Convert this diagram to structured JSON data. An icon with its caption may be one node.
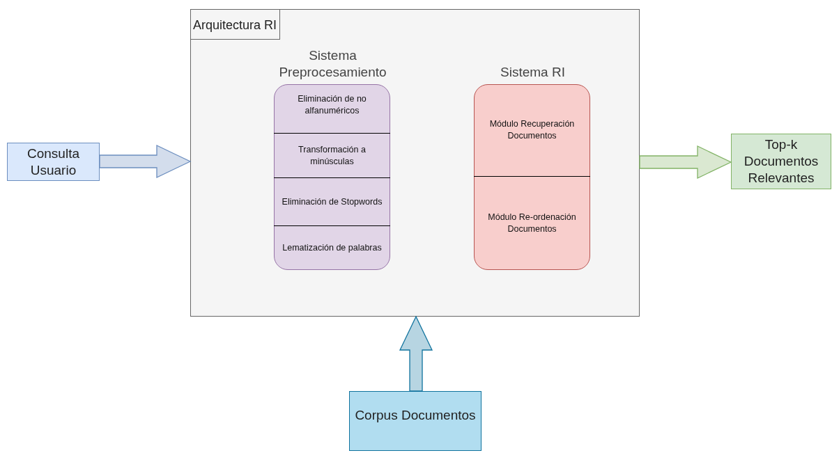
{
  "diagram": {
    "nodes": [
      {
        "text": [
          "Arquitectura RI"
        ]
      },
      {
        "text": [
          "Sistema Preprocesamiento"
        ],
        "in": 0
      },
      {
        "text": [
          "Eliminación de no alfanuméricos"
        ],
        "in": 1
      },
      {
        "text": [
          "Transformación a minúsculas"
        ],
        "in": 1
      },
      {
        "text": [
          "Eliminación de Stopwords"
        ],
        "in": 1
      },
      {
        "text": [
          "Lematización de palabras"
        ],
        "in": 1
      },
      {
        "text": [
          "Sistema RI"
        ],
        "in": 0
      },
      {
        "text": [
          "Módulo Recuperación Documentos"
        ],
        "in": 6
      },
      {
        "text": [
          "Módulo Re-ordenación Documentos"
        ],
        "in": 6
      },
      {
        "text": [
          "Consulta Usuario"
        ]
      },
      {
        "text": [
          "Top-k Documentos Relevantes"
        ]
      },
      {
        "text": [
          "Corpus Documentos"
        ]
      }
    ],
    "edges": [
      {
        "from": 9,
        "to": 0,
        "arrow": "to",
        "style": "thick",
        "color": "#6c8ebf"
      },
      {
        "from": 0,
        "to": 10,
        "arrow": "to",
        "style": "thick",
        "color": "#82b366"
      },
      {
        "from": 11,
        "to": 0,
        "arrow": "to",
        "style": "thick",
        "color": "#10739e"
      }
    ]
  }
}
